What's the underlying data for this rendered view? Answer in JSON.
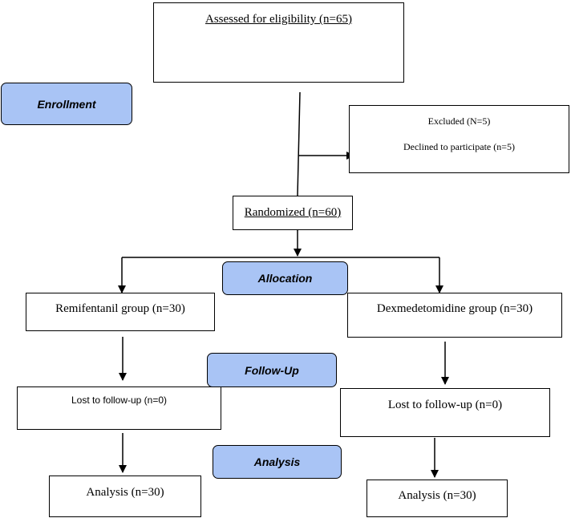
{
  "stages": {
    "enrollment": "Enrollment",
    "allocation": "Allocation",
    "follow_up": "Follow-Up",
    "analysis": "Analysis"
  },
  "boxes": {
    "assessed": "Assessed for eligibility (n=65)",
    "excluded_title": "Excluded (N=5)",
    "excluded_reason": "Declined to participate (n=5)",
    "randomized": "Randomized (n=60)",
    "remifentanil_group": "Remifentanil group (n=30)",
    "dexmedetomidine_group": "Dexmedetomidine group (n=30)",
    "lost_left": "Lost to follow-up (n=0)",
    "lost_right": "Lost to follow-up (n=0)",
    "analysis_left": "Analysis (n=30)",
    "analysis_right": "Analysis (n=30)"
  },
  "colors": {
    "stage_fill": "#a9c4f5",
    "line": "#000000"
  }
}
